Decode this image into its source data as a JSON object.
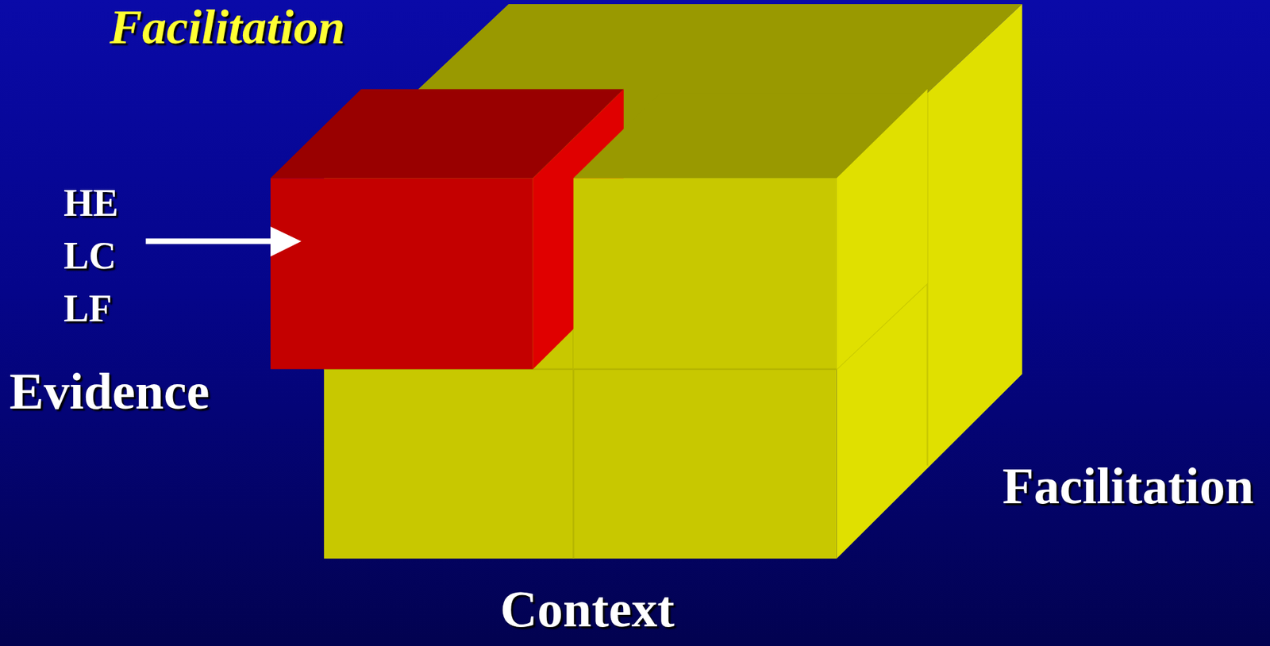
{
  "diagram": {
    "title": "Facilitation",
    "labels": [
      "HE",
      "LC",
      "LF",
      "Evidence",
      "Facilitation",
      "Context"
    ]
  }
}
